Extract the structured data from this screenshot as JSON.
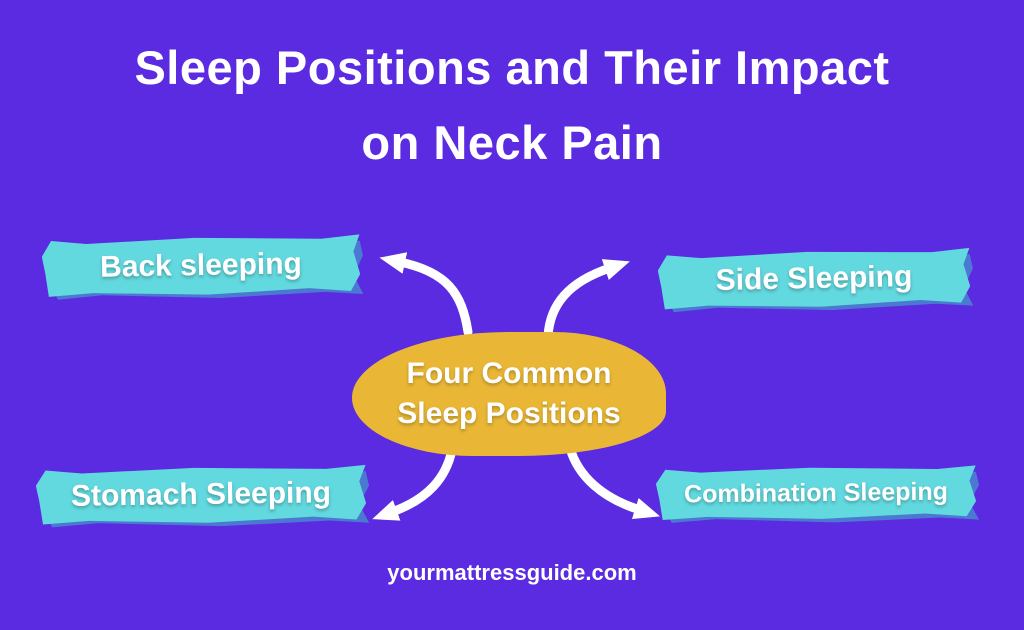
{
  "title": {
    "line1": "Sleep Positions and Their Impact",
    "line2": "on Neck Pain"
  },
  "center_node": {
    "line1": "Four Common",
    "line2": "Sleep Positions"
  },
  "nodes": {
    "back": {
      "label": "Back sleeping"
    },
    "side": {
      "label": "Side Sleeping"
    },
    "stomach": {
      "label": "Stomach Sleeping"
    },
    "combination": {
      "label": "Combination Sleeping"
    }
  },
  "footer": {
    "website": "yourmattressguide.com"
  },
  "colors": {
    "background": "#5a2be0",
    "label_bg": "#62d9df",
    "label_bg_dark": "#3fb9c4",
    "center_bg": "#e9b735",
    "text": "#ffffff"
  }
}
